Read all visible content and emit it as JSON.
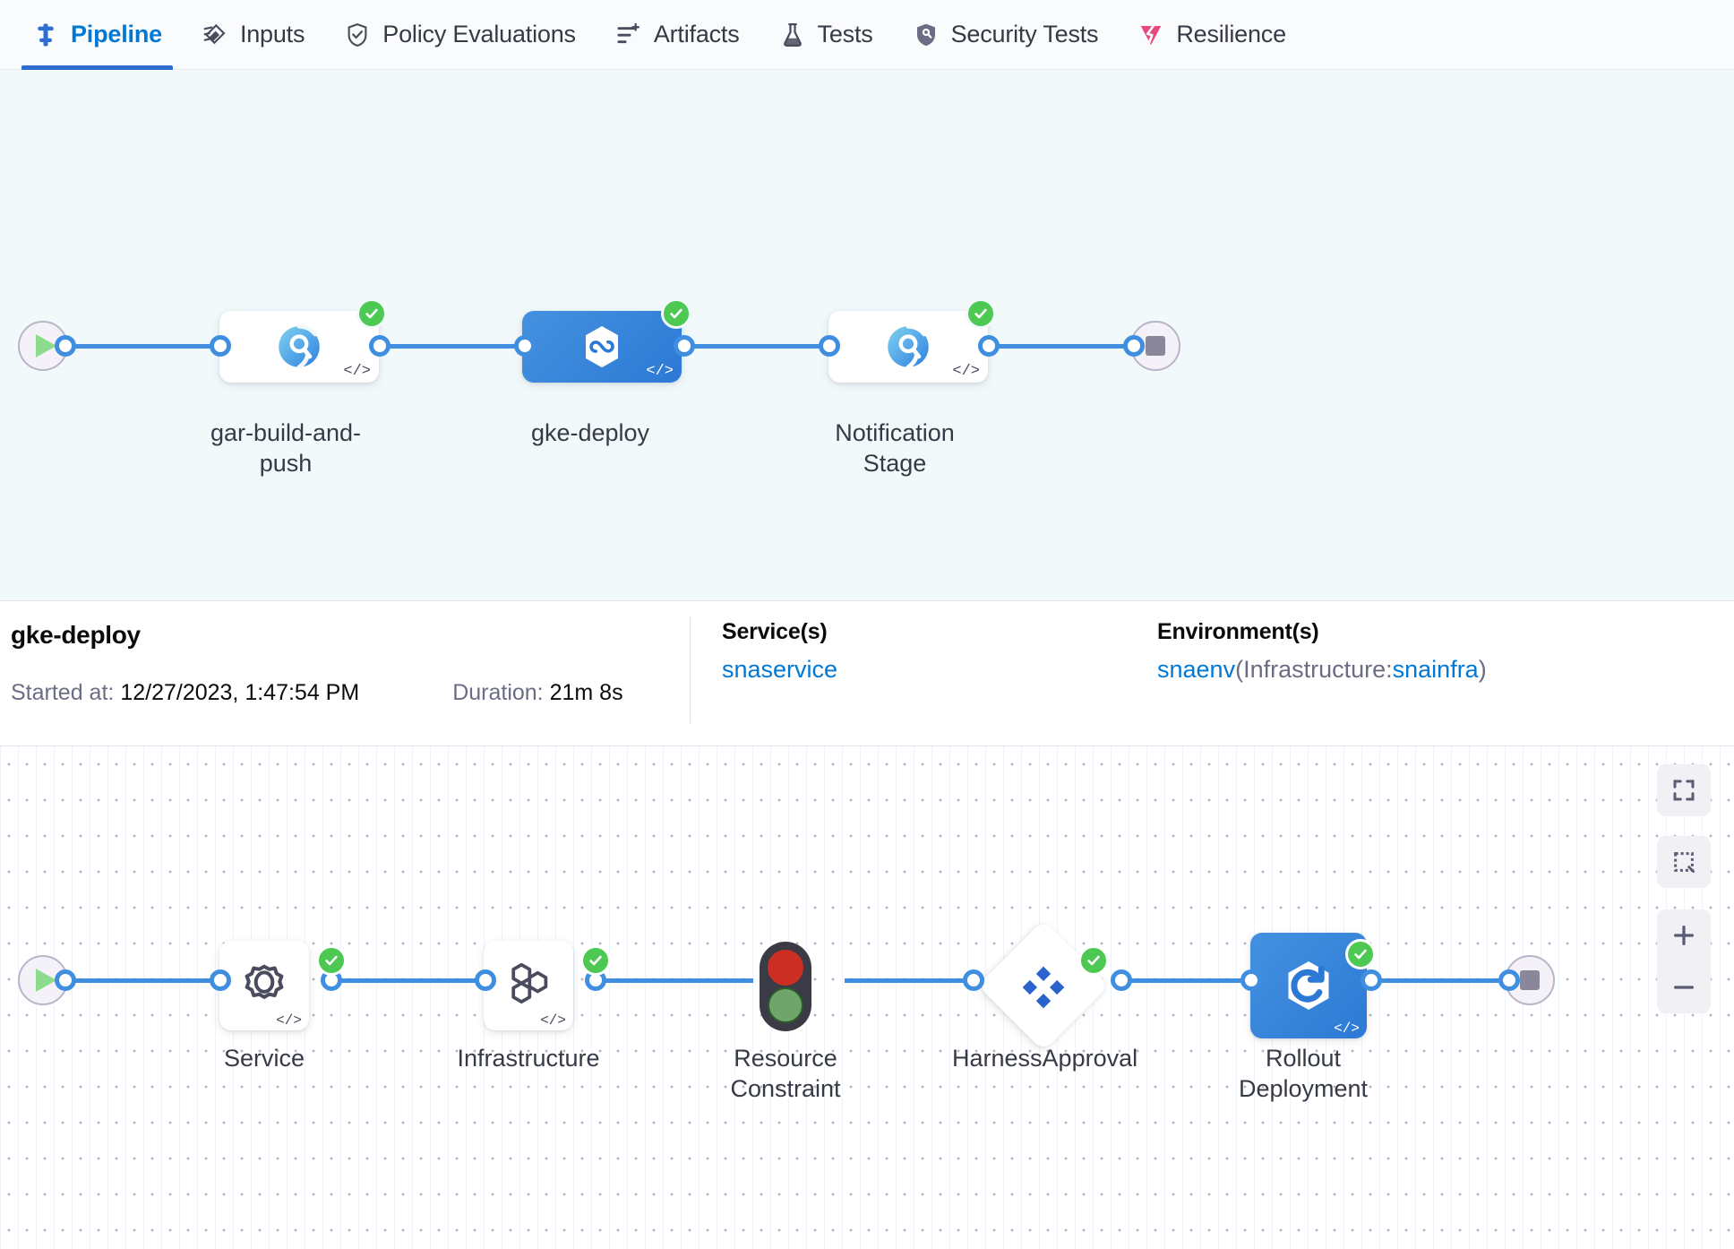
{
  "tabs": [
    {
      "label": "Pipeline",
      "icon": "pipeline-icon",
      "active": true
    },
    {
      "label": "Inputs",
      "icon": "inputs-icon",
      "active": false
    },
    {
      "label": "Policy Evaluations",
      "icon": "policy-shield-icon",
      "active": false
    },
    {
      "label": "Artifacts",
      "icon": "artifacts-icon",
      "active": false
    },
    {
      "label": "Tests",
      "icon": "flask-icon",
      "active": false
    },
    {
      "label": "Security Tests",
      "icon": "security-shield-icon",
      "active": false
    },
    {
      "label": "Resilience",
      "icon": "resilience-icon",
      "active": false
    }
  ],
  "pipeline": {
    "start_icon": "play-icon",
    "end_icon": "stop-icon",
    "stages": [
      {
        "label": "gar-build-and-push",
        "icon": "ci-build-icon",
        "status": "success",
        "selected": false,
        "code_mark": "</>"
      },
      {
        "label": "gke-deploy",
        "icon": "cd-deploy-icon",
        "status": "success",
        "selected": true,
        "code_mark": "</>"
      },
      {
        "label": "Notification Stage",
        "icon": "ci-build-icon",
        "status": "success",
        "selected": false,
        "code_mark": "</>"
      }
    ]
  },
  "detail": {
    "title": "gke-deploy",
    "started_label": "Started at:",
    "started_value": "12/27/2023, 1:47:54 PM",
    "duration_label": "Duration:",
    "duration_value": "21m 8s",
    "service_heading": "Service(s)",
    "service_value": "snaservice",
    "environment_heading": "Environment(s)",
    "environment_name": "snaenv",
    "environment_infra_prefix": "(Infrastructure:",
    "environment_infra_name": "snainfra",
    "environment_infra_suffix": ")"
  },
  "steps": {
    "start_icon": "play-icon",
    "end_icon": "stop-icon",
    "nodes": [
      {
        "label": "Service",
        "icon": "gear-icon",
        "status": "success",
        "shape": "card",
        "code_mark": "</>"
      },
      {
        "label": "Infrastructure",
        "icon": "hexagons-icon",
        "status": "success",
        "shape": "card",
        "code_mark": "</>"
      },
      {
        "label": "Resource Constraint",
        "icon": "traffic-light-icon",
        "status": "none",
        "shape": "bare",
        "code_mark": ""
      },
      {
        "label": "HarnessApproval",
        "icon": "harness-logo-icon",
        "status": "success",
        "shape": "diamond",
        "code_mark": ""
      },
      {
        "label": "Rollout Deployment",
        "icon": "rollout-icon",
        "status": "success",
        "shape": "card-blue",
        "code_mark": "</>"
      }
    ]
  },
  "zoom_controls": [
    {
      "name": "fit-to-screen-button",
      "icon": "expand-icon"
    },
    {
      "name": "zoom-to-selection-button",
      "icon": "dashed-rect-icon"
    },
    {
      "name": "zoom-in-button",
      "icon": "plus-icon"
    },
    {
      "name": "zoom-out-button",
      "icon": "minus-icon"
    }
  ],
  "colors": {
    "accent_blue": "#0278d5",
    "rail_blue": "#3f8ee0",
    "success_green": "#4dc953",
    "canvas_bg": "#f1f9fb",
    "resilience_pink": "#e8487f"
  }
}
